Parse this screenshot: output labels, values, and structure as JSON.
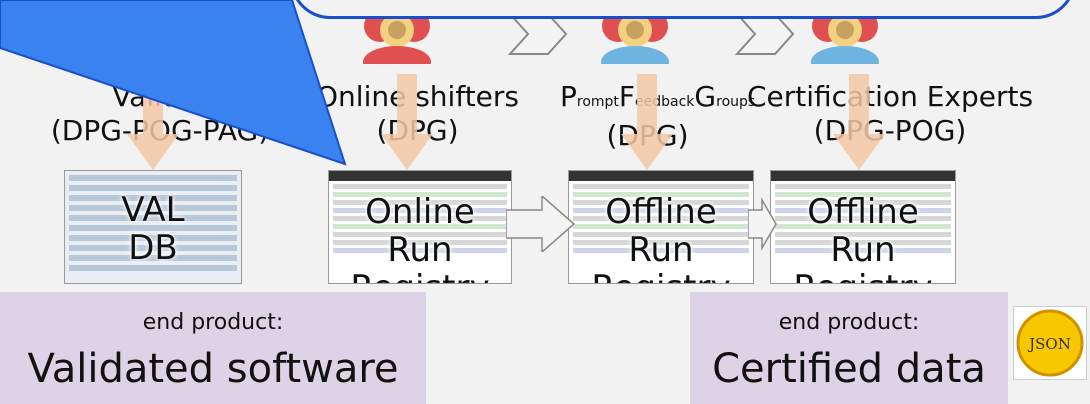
{
  "groups": [
    {
      "name": "Validat",
      "sub": "(DPG-POG-PAG)"
    },
    {
      "name": "Online shifters",
      "sub": "(DPG)"
    },
    {
      "name_parts": [
        "P",
        "rompt",
        "F",
        "eedback",
        "G",
        "roups"
      ],
      "sub": "(DPG)"
    },
    {
      "name": "Certification Experts",
      "sub": "(DPG-POG)"
    }
  ],
  "registries": [
    {
      "line1": "VAL",
      "line2": "DB"
    },
    {
      "line1": "Online Run",
      "line2": "Registry"
    },
    {
      "line1": "Offline Run",
      "line2": "Registry"
    },
    {
      "line1": "Offline Run",
      "line2": "Registry"
    }
  ],
  "thumb_title": "CMS DQM Run Registry (GLOBAL)",
  "end_products": [
    {
      "small": "end product:",
      "big": "Validated software"
    },
    {
      "small": "end product:",
      "big": "Certified data"
    }
  ],
  "json_logo": "JSON",
  "colors": {
    "bubble": "#1a4fcc",
    "arrow": "#f4c8a4",
    "chevron_fill": "#f4f4f4",
    "end_box": "#dcd3e6"
  }
}
